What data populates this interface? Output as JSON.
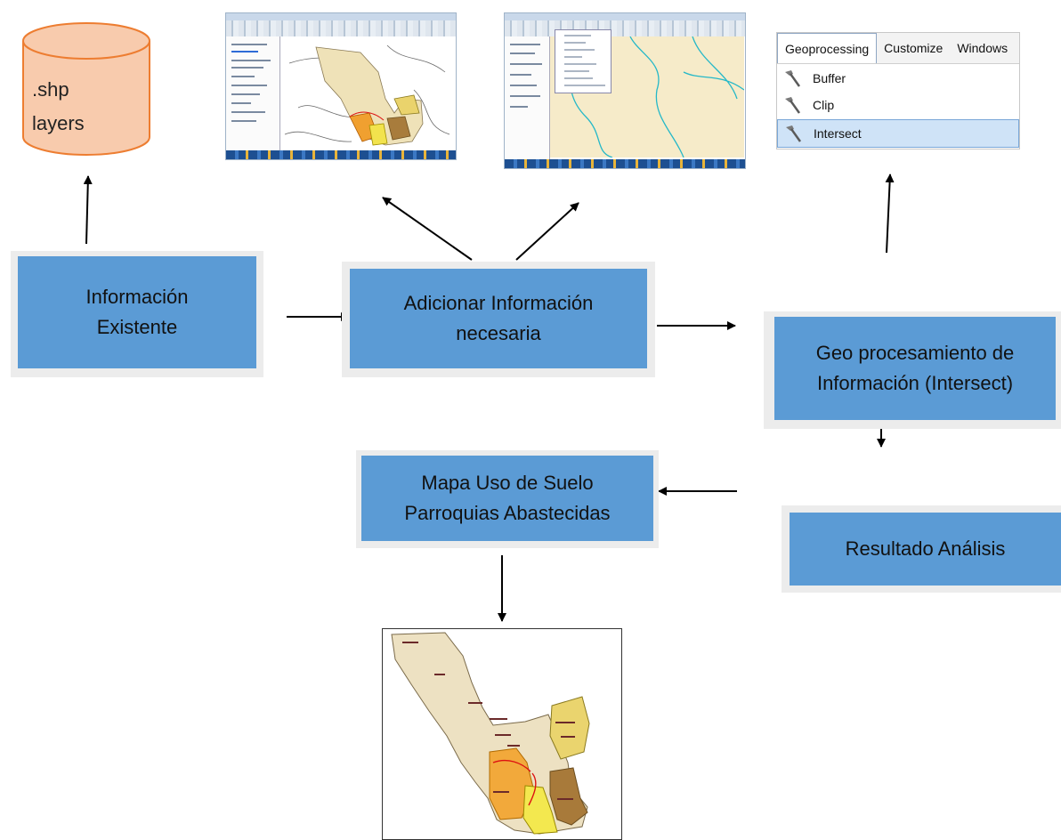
{
  "database": {
    "line1": ".shp",
    "line2": "layers"
  },
  "boxes": {
    "info_existente": {
      "line1": "Información",
      "line2": "Existente"
    },
    "adicionar": {
      "line1": "Adicionar Información",
      "line2": "necesaria"
    },
    "geoproceso": {
      "line1": "Geo procesamiento de",
      "line2": "Información (Intersect)"
    },
    "mapa": {
      "line1": "Mapa Uso de Suelo",
      "line2": "Parroquias Abastecidas"
    },
    "resultado": {
      "line1": "Resultado Análisis"
    }
  },
  "menu": {
    "tabs": [
      "Geoprocessing",
      "Customize",
      "Windows"
    ],
    "items": [
      "Buffer",
      "Clip",
      "Intersect"
    ],
    "highlighted": "Intersect"
  },
  "colors": {
    "box_fill": "#5b9bd5",
    "box_halo": "#ececec",
    "db_fill": "#f8cbad",
    "db_stroke": "#ed7d31"
  }
}
